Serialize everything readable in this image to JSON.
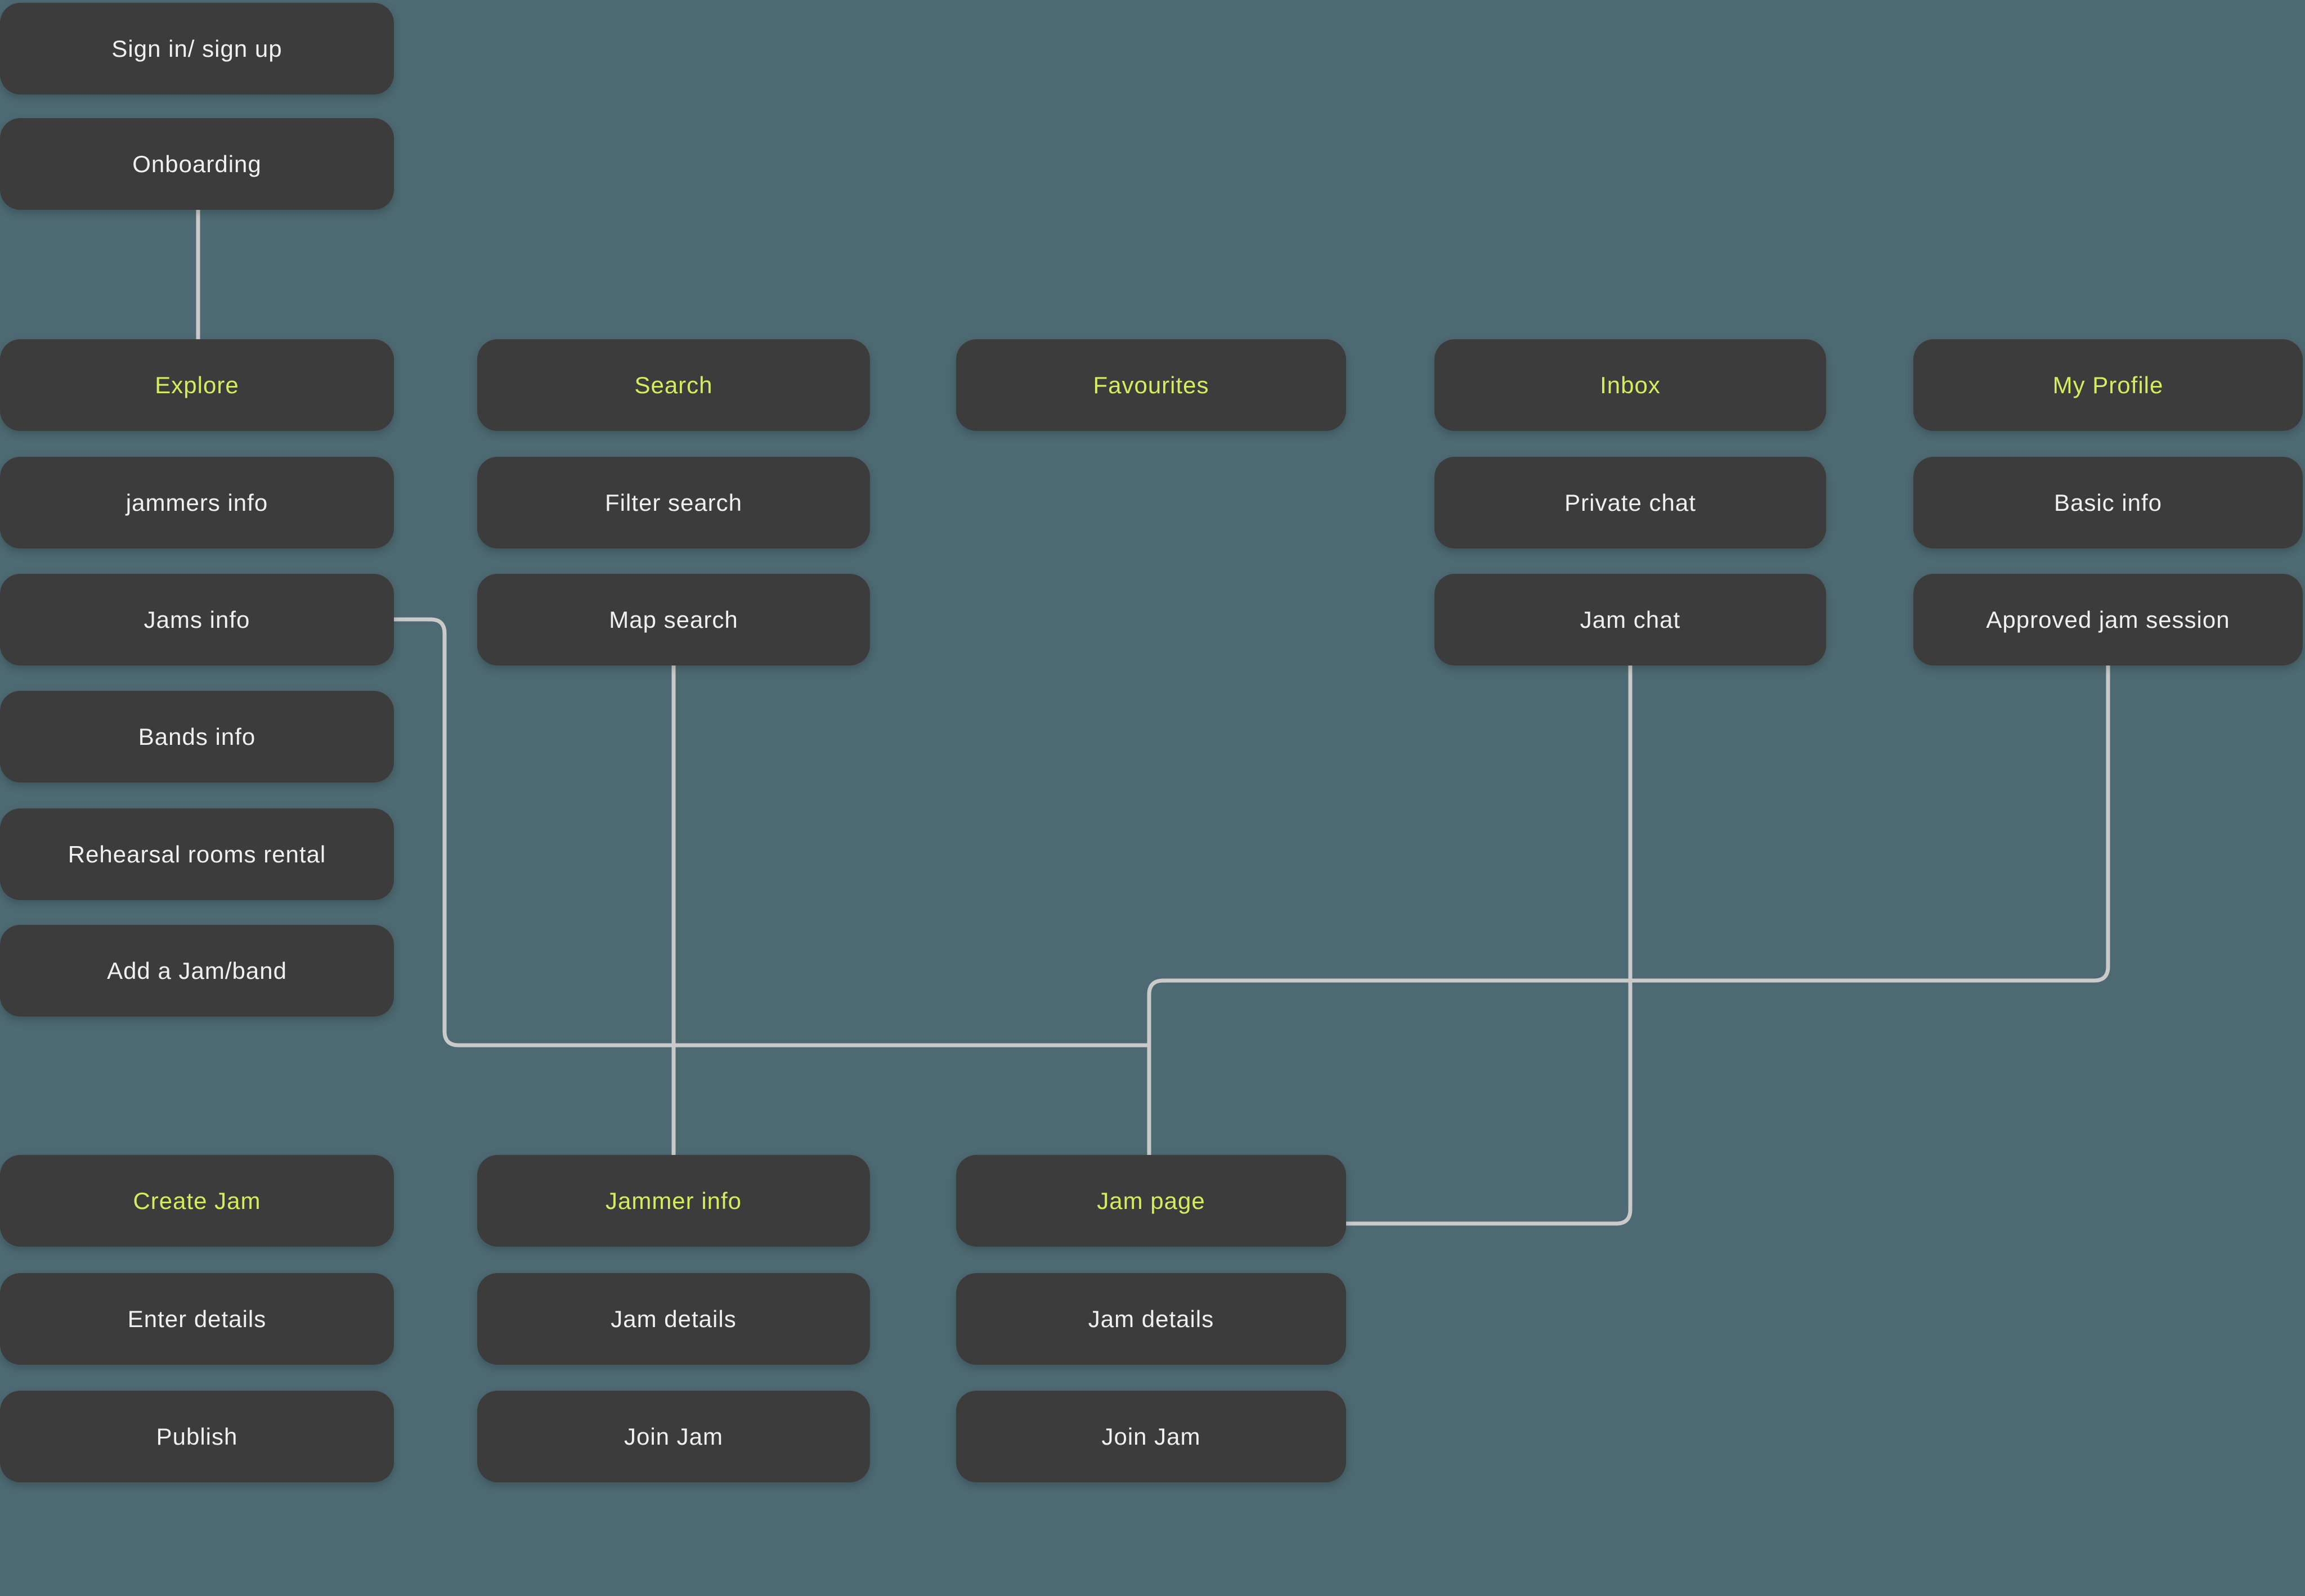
{
  "colors": {
    "background": "#4D6971",
    "node_background": "#3C3C3C",
    "text_primary": "#F0F0F0",
    "text_accent": "#D6EC5F",
    "connector": "#CACACA"
  },
  "nodes": {
    "sign_in": {
      "label": "Sign in/ sign up"
    },
    "onboarding": {
      "label": "Onboarding"
    },
    "explore": {
      "label": "Explore"
    },
    "jammers_info": {
      "label": "jammers info"
    },
    "jams_info": {
      "label": "Jams info"
    },
    "bands_info": {
      "label": "Bands info"
    },
    "rehearsal_rooms_rental": {
      "label": "Rehearsal rooms rental"
    },
    "add_a_jam_band": {
      "label": "Add a Jam/band"
    },
    "create_jam": {
      "label": "Create Jam"
    },
    "enter_details": {
      "label": "Enter details"
    },
    "publish": {
      "label": "Publish"
    },
    "search": {
      "label": "Search"
    },
    "filter_search": {
      "label": "Filter search"
    },
    "map_search": {
      "label": "Map search"
    },
    "jammer_info": {
      "label": "Jammer info"
    },
    "jam_details_col2": {
      "label": "Jam details"
    },
    "join_jam_col2": {
      "label": "Join Jam"
    },
    "favourites": {
      "label": "Favourites"
    },
    "jam_page": {
      "label": "Jam page"
    },
    "jam_details_col3": {
      "label": "Jam details"
    },
    "join_jam_col3": {
      "label": "Join Jam"
    },
    "inbox": {
      "label": "Inbox"
    },
    "private_chat": {
      "label": "Private chat"
    },
    "jam_chat": {
      "label": "Jam chat"
    },
    "my_profile": {
      "label": "My Profile"
    },
    "basic_info": {
      "label": "Basic info"
    },
    "approved_jam_session": {
      "label": "Approved jam session"
    }
  },
  "connections": [
    {
      "from": "Onboarding",
      "to": "Explore"
    },
    {
      "from": "Jams info",
      "to": "Jam page"
    },
    {
      "from": "Approved jam session",
      "to": "Jam page"
    },
    {
      "from": "Map search",
      "to": "Jammer info"
    },
    {
      "from": "Jam chat",
      "to": "Jam page"
    }
  ]
}
